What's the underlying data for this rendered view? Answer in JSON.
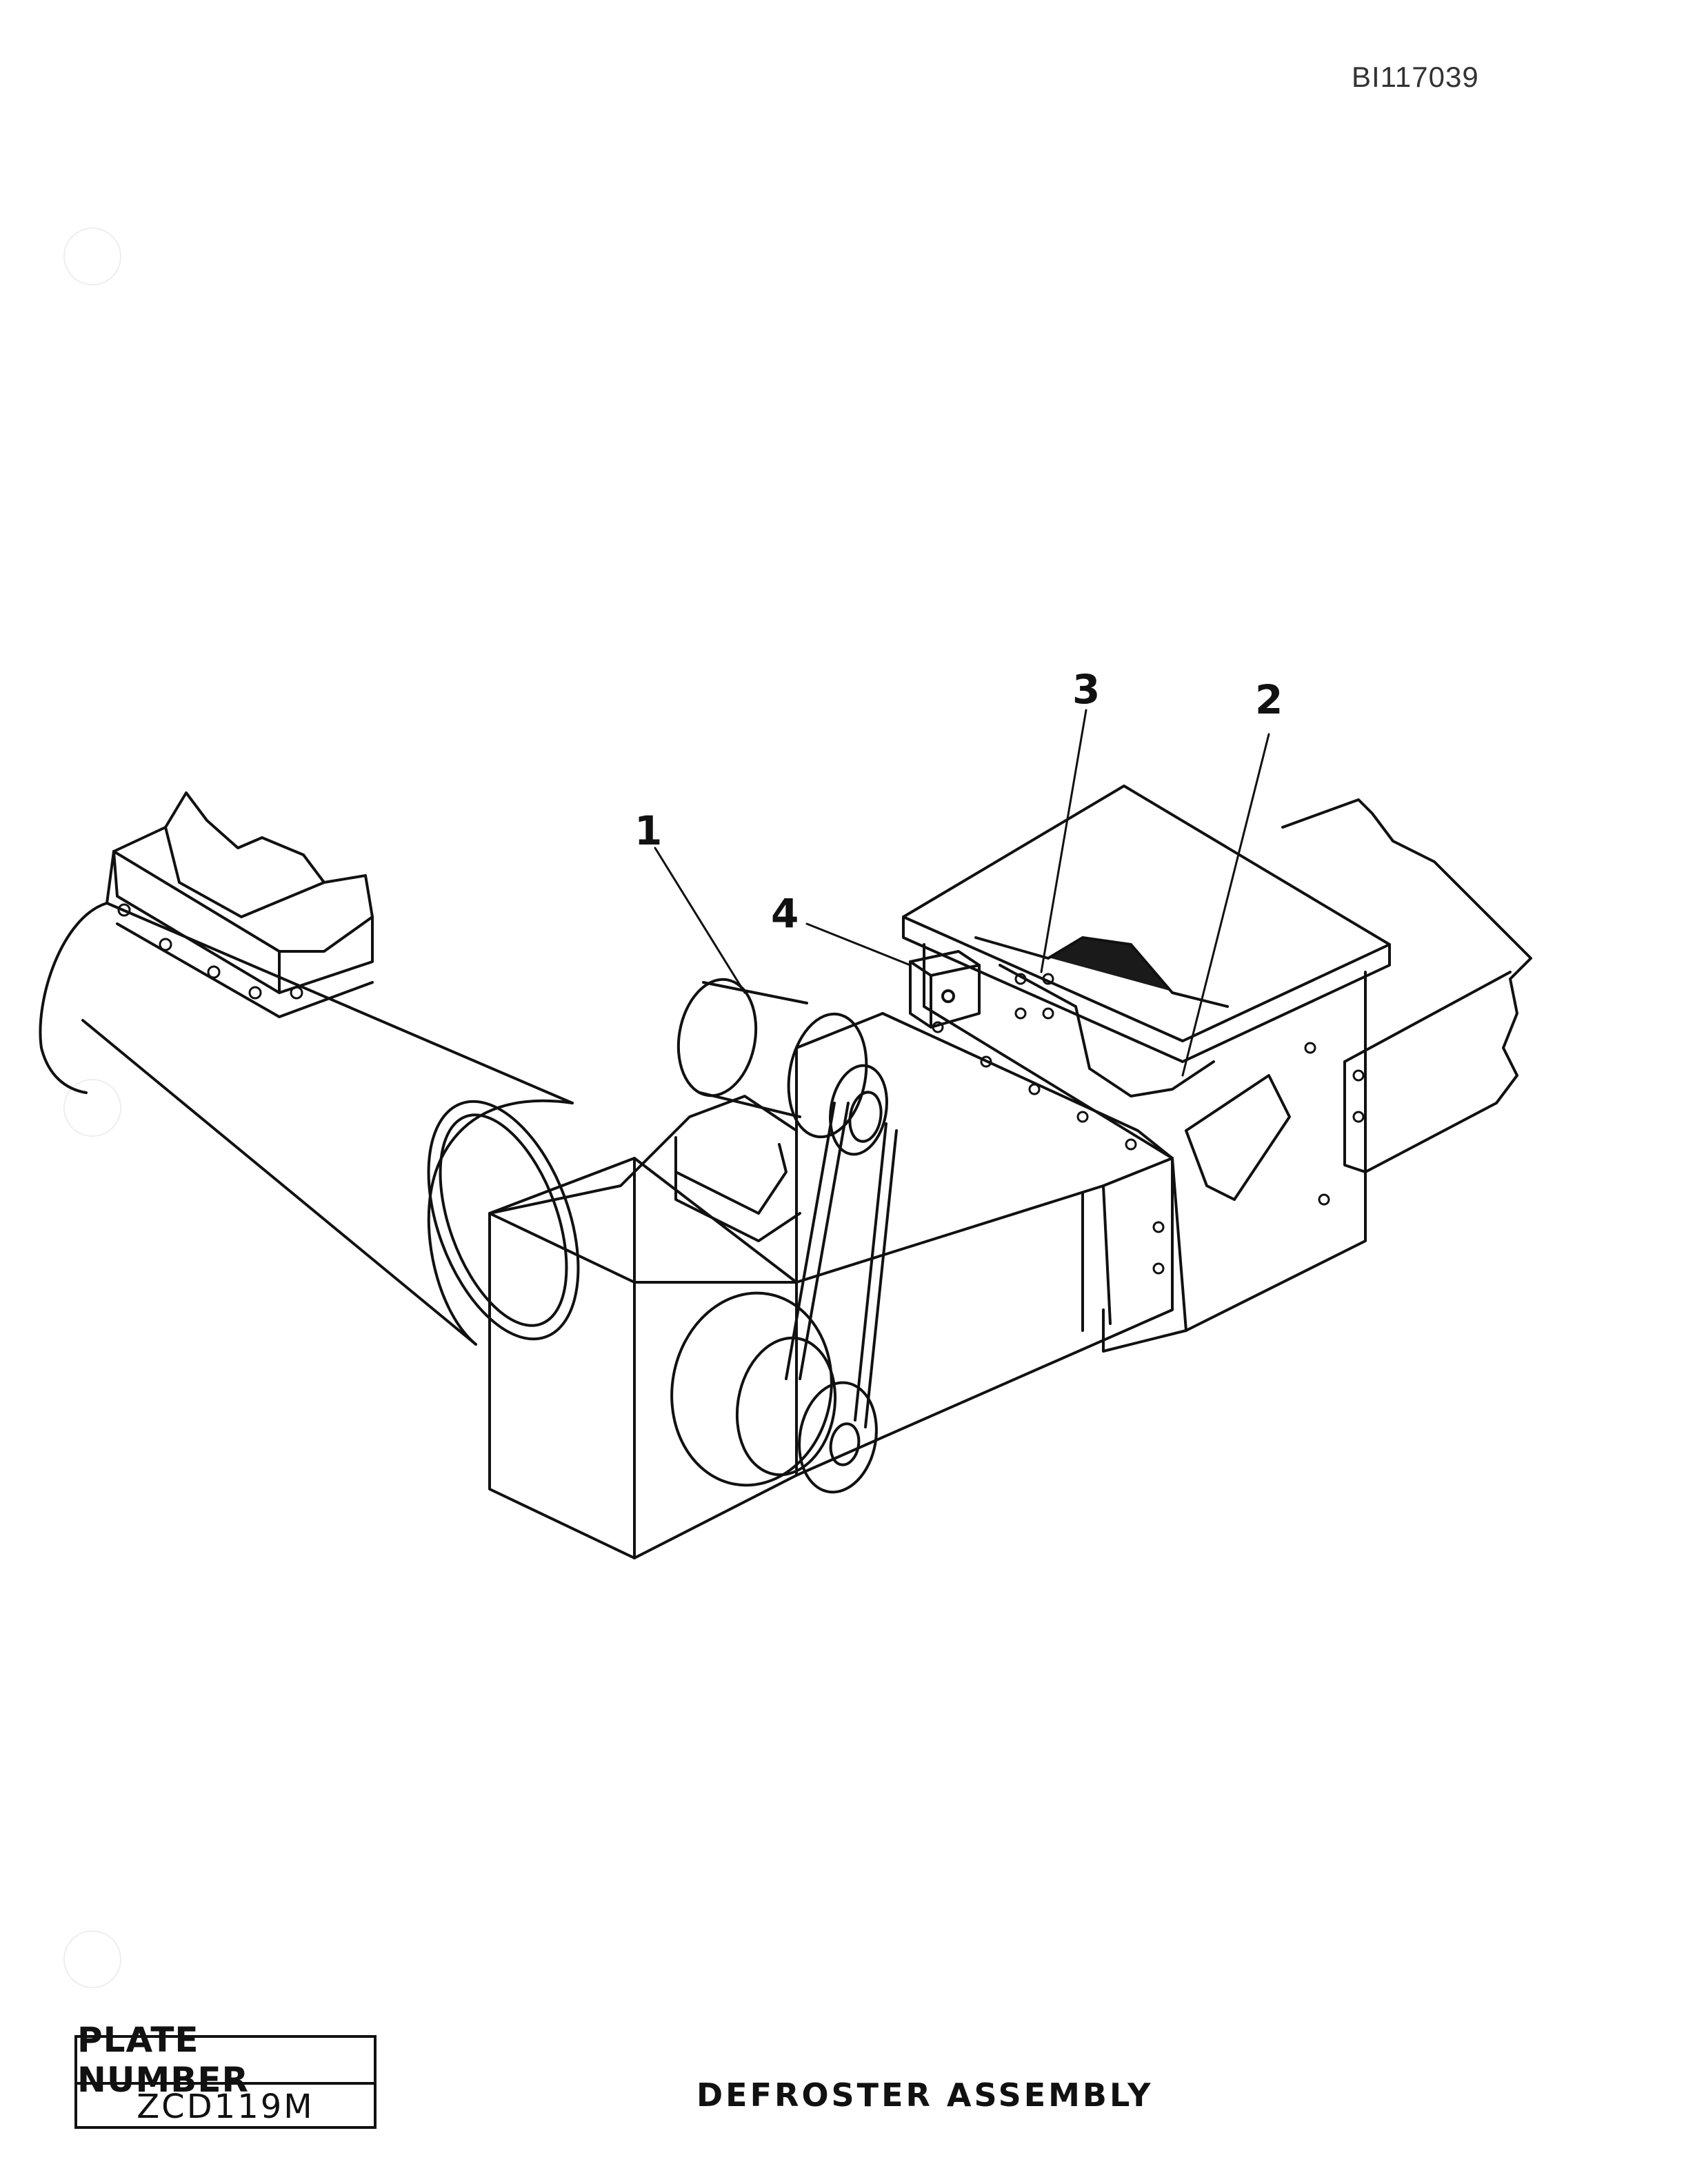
{
  "header": {
    "doc_id": "BI117039"
  },
  "diagram": {
    "callouts": [
      {
        "id": "1",
        "label": "1"
      },
      {
        "id": "2",
        "label": "2"
      },
      {
        "id": "3",
        "label": "3"
      },
      {
        "id": "4",
        "label": "4"
      }
    ]
  },
  "footer": {
    "plate_label": "PLATE NUMBER",
    "plate_number": "ZCD119M",
    "caption": "DEFROSTER ASSEMBLY"
  },
  "colors": {
    "ink": "#111111",
    "paper": "#ffffff",
    "dark_fill": "#1a1a1a"
  }
}
